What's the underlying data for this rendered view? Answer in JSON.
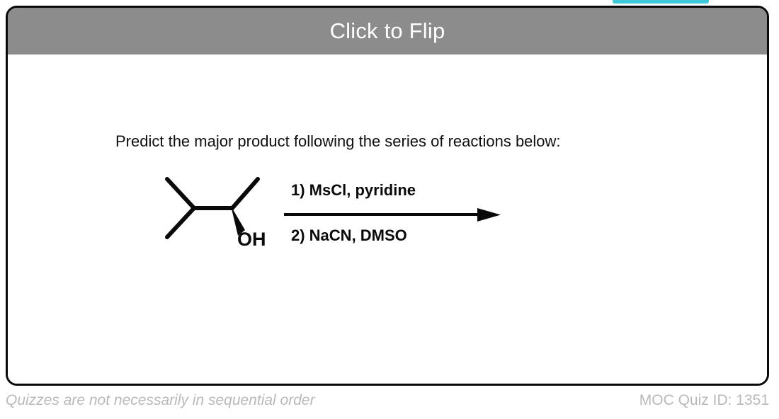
{
  "top_sliver": {
    "name": "progress-sliver",
    "color": "#3ec8d8"
  },
  "card": {
    "header": {
      "title": "Click to Flip",
      "background": "#8c8c8c",
      "text_color": "#ffffff"
    },
    "body": {
      "prompt": "Predict the major product following the series of reactions below:",
      "reaction": {
        "substrate": {
          "name": "3-methyl-2-butanol",
          "labels": [
            "OH"
          ],
          "stereo_bond": "wedge"
        },
        "reagents": [
          "1) MsCl, pyridine",
          "2) NaCN, DMSO"
        ],
        "arrow": "reaction-arrow-right"
      }
    }
  },
  "footer": {
    "left_note": "Quizzes are not necessarily in sequential order",
    "quiz_id_label": "MOC Quiz ID: 1351",
    "text_color": "#b9b9b9"
  }
}
